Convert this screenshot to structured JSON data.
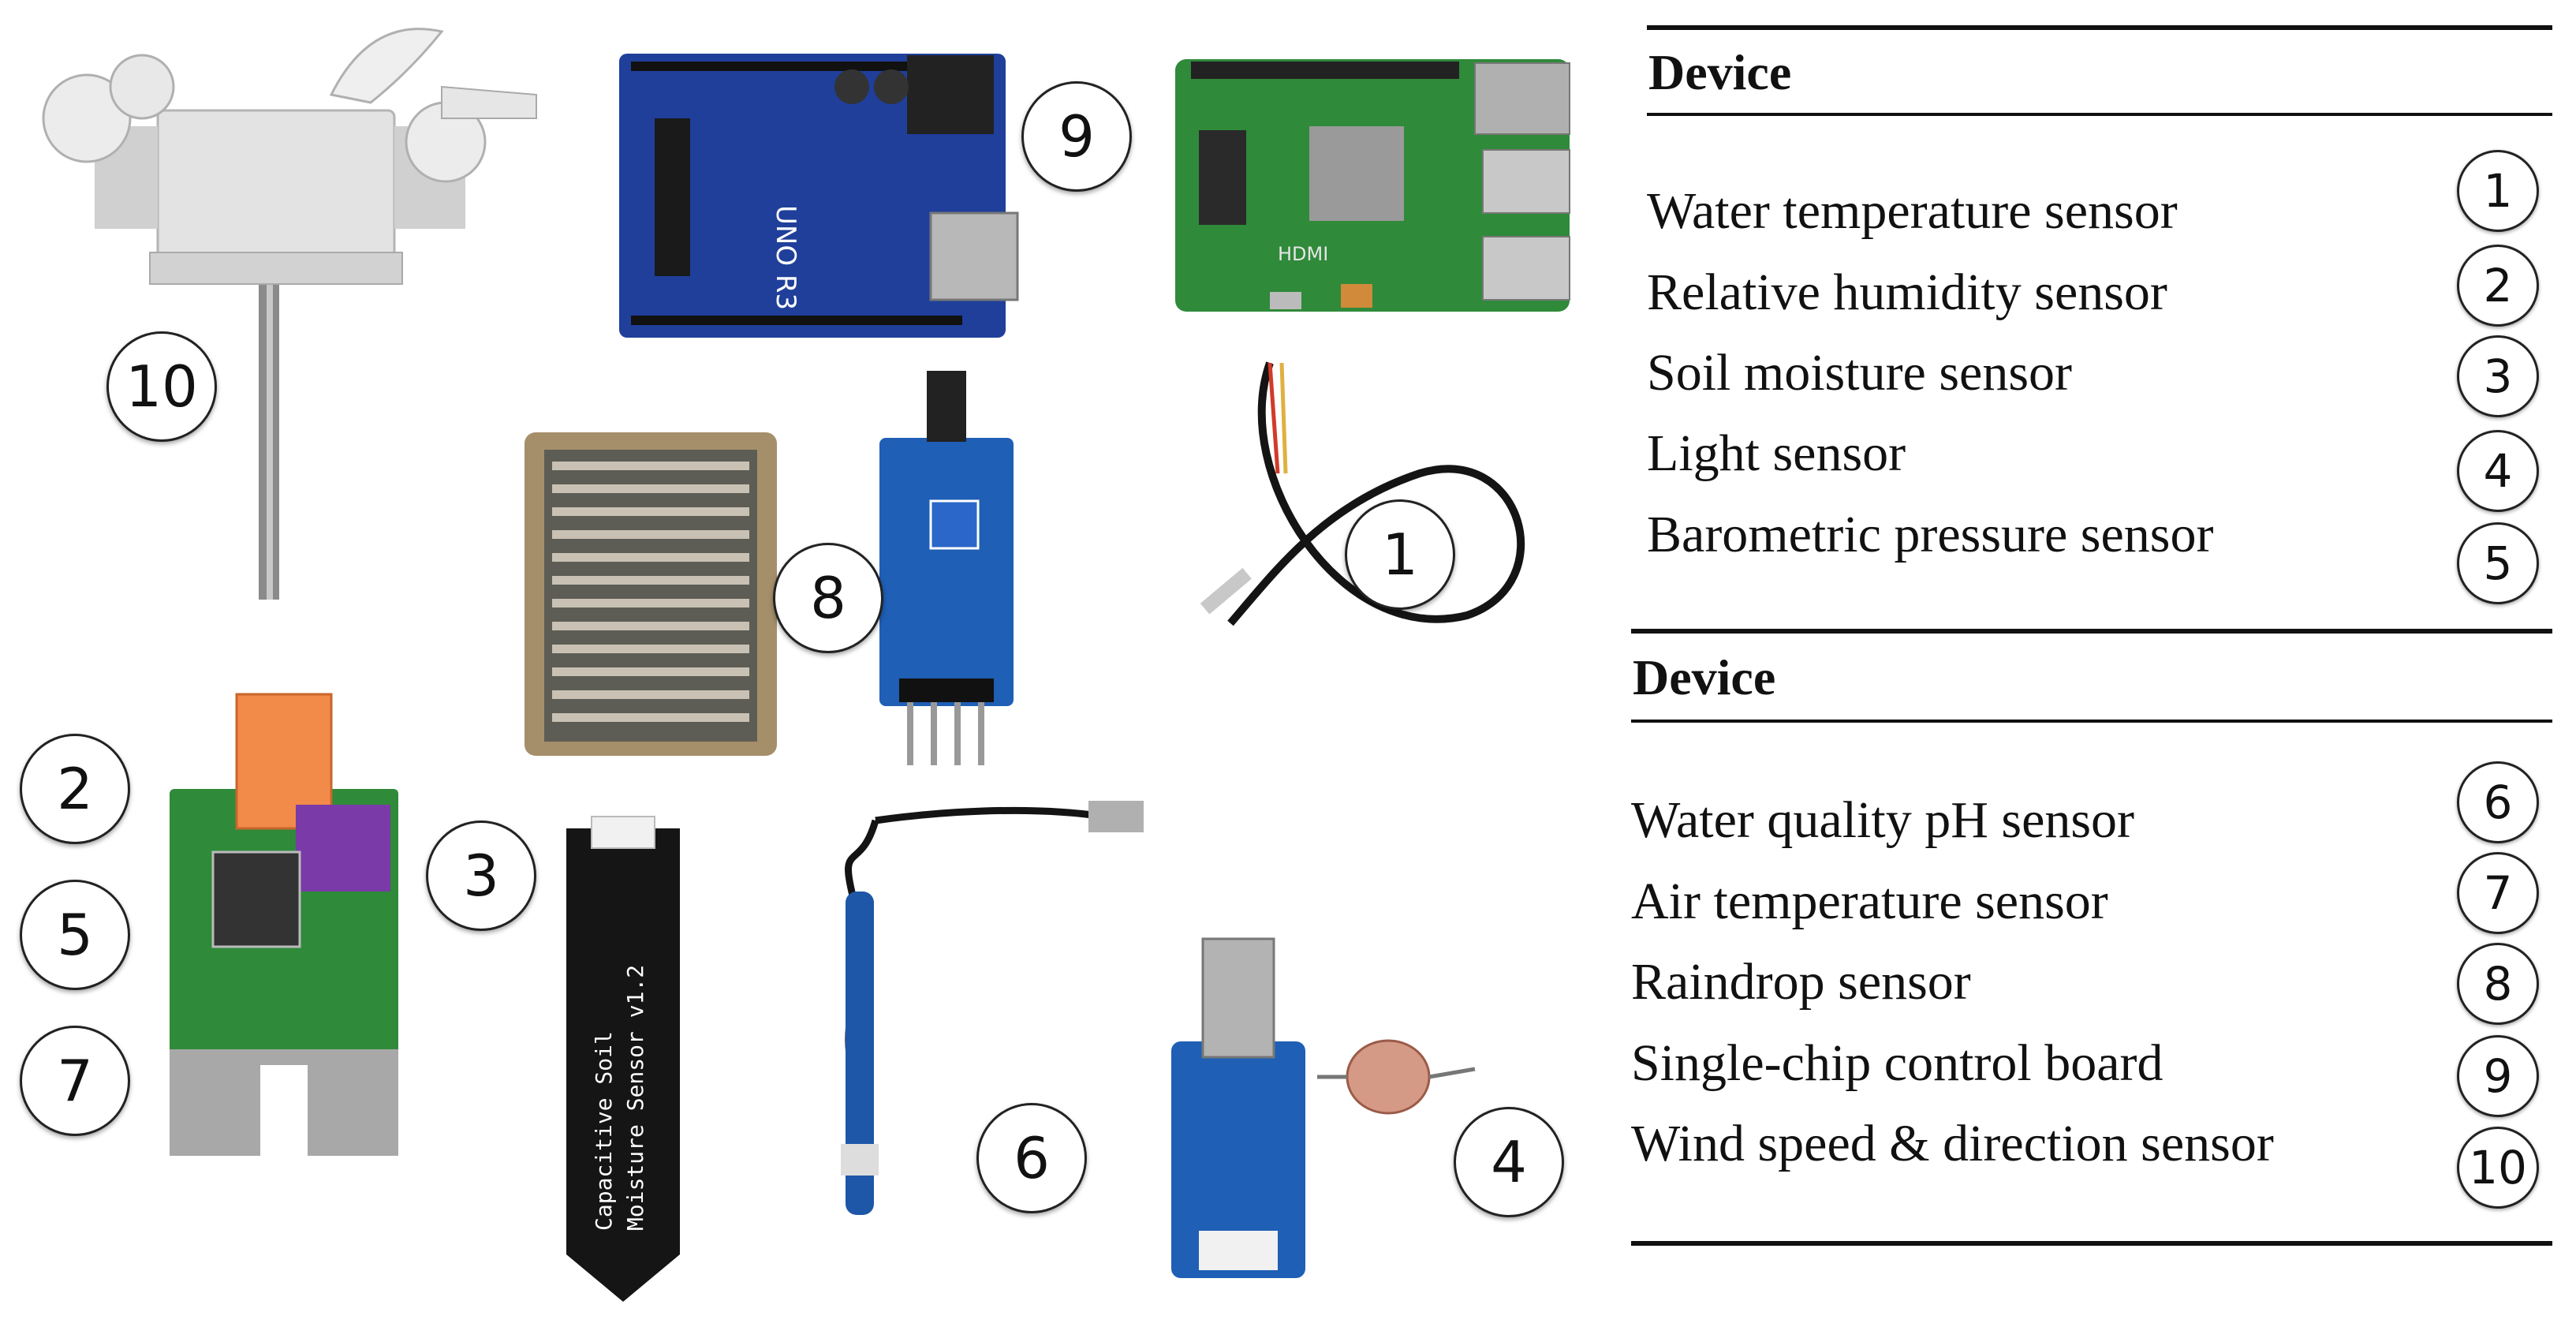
{
  "photo": {
    "labels": [
      "10",
      "9",
      "8",
      "1",
      "2",
      "5",
      "7",
      "3",
      "6",
      "4"
    ],
    "component_texts": {
      "uno_silk": "UNO R3",
      "moisture_silk_1": "Capacitive Soil",
      "moisture_silk_2": "Moisture Sensor v1.2",
      "hdmi": "HDMI"
    },
    "colors": {
      "uno_board": "#1f3f9a",
      "pi_board": "#2f8a3a",
      "module_blue": "#1f5fb5",
      "terminal_orange": "#f28a4a",
      "sensor_purple": "#7a3aa8",
      "soil_probe": "#151515"
    }
  },
  "table": {
    "group1": {
      "header": "Device",
      "rows": [
        {
          "label": "Water temperature sensor",
          "num": "1"
        },
        {
          "label": "Relative humidity sensor",
          "num": "2"
        },
        {
          "label": "Soil moisture sensor",
          "num": "3"
        },
        {
          "label": "Light sensor",
          "num": "4"
        },
        {
          "label": "Barometric pressure sensor",
          "num": "5"
        }
      ]
    },
    "group2": {
      "header": "Device",
      "rows": [
        {
          "label": "Water quality pH sensor",
          "num": "6"
        },
        {
          "label": "Air temperature sensor",
          "num": "7"
        },
        {
          "label": "Raindrop sensor",
          "num": "8"
        },
        {
          "label": "Single-chip control board",
          "num": "9"
        },
        {
          "label": "Wind speed & direction sensor",
          "num": "10"
        }
      ]
    }
  }
}
